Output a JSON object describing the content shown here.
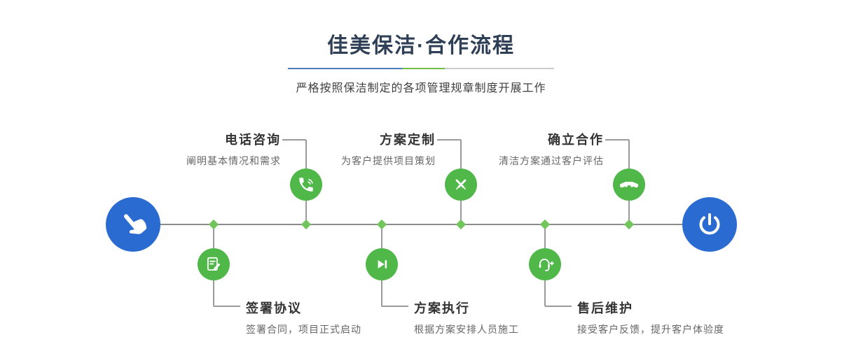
{
  "header": {
    "title": "佳美保洁·合作流程",
    "subtitle": "严格按照保洁制定的各项管理规章制度开展工作"
  },
  "timeline": {
    "start_icon": "pointing-hand-icon",
    "end_icon": "power-icon",
    "steps_top": [
      {
        "title": "电话咨询",
        "desc": "阐明基本情况和需求",
        "icon": "phone-icon"
      },
      {
        "title": "方案定制",
        "desc": "为客户提供项目策划",
        "icon": "design-tools-icon"
      },
      {
        "title": "确立合作",
        "desc": "清洁方案通过客户评估",
        "icon": "handshake-icon"
      }
    ],
    "steps_bottom": [
      {
        "title": "签署协议",
        "desc": "签署合同，项目正式启动",
        "icon": "contract-pen-icon"
      },
      {
        "title": "方案执行",
        "desc": "根据方案安排人员施工",
        "icon": "play-next-icon"
      },
      {
        "title": "售后维护",
        "desc": "接受客户反馈，提升客户体验度",
        "icon": "headset-service-icon"
      }
    ]
  },
  "colors": {
    "primary_blue": "#2A6BD2",
    "primary_green": "#4FB848",
    "diamond_green": "#72C55C",
    "line_gray": "#8C8C8C",
    "title_text": "#2F4056",
    "desc_text": "#666666"
  }
}
